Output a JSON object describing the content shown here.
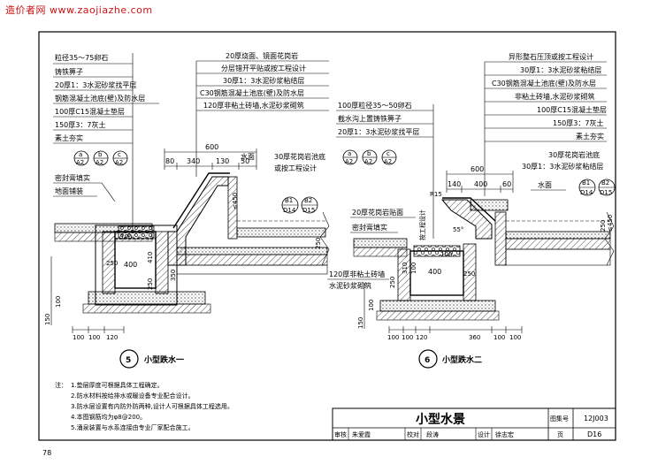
{
  "watermark": "造价者网 www.zaojiazhe.com",
  "page_number": "78",
  "left_detail": {
    "callout_left": [
      "粒径35～75卵石",
      "铸铁箅子",
      "20厚1：3水泥砂浆找平层",
      "钢筋混凝土池底(壁)及防水层",
      "100厚C15混凝土垫层",
      "150厚3：7灰土",
      "素土夯实"
    ],
    "callout_right": [
      "20厚烧面、镜面花岗岩",
      "分层错开平贴或按工程设计",
      "30厚1：3水泥砂浆粘结层",
      "C30钢筋混凝土池底(壁)及防水层",
      "120厚非粘土砖墙,水泥砂浆砌筑"
    ],
    "ref_symbols": [
      {
        "top": "a",
        "bottom": "A2"
      },
      {
        "top": "b",
        "bottom": "A2"
      },
      {
        "top": "c",
        "bottom": "A2"
      }
    ],
    "label_seal": "密封膏填实",
    "label_paving": "地面铺装",
    "label_water": "水面",
    "label_pool_base": [
      "30厚花岗岩池底",
      "或按工程设计"
    ],
    "b_refs": [
      {
        "top": "B1",
        "bottom": "D14"
      },
      {
        "top": "B2",
        "bottom": "D15"
      }
    ],
    "dims_top": [
      "600",
      "80",
      "340",
      "130",
      "50"
    ],
    "dims_vertical": [
      "250",
      "410",
      "350",
      "250",
      "250",
      "150",
      "100"
    ],
    "dim_slope": "≤450",
    "dim_bottom": [
      "100",
      "100",
      "120"
    ],
    "dim_inner": [
      "400",
      "100"
    ],
    "number": "5",
    "title": "小型跌水一"
  },
  "right_detail": {
    "callout_right": [
      "异形整石压顶或按工程设计",
      "30厚1：3水泥砂浆粘结层",
      "C30钢筋混凝土池底(壁)及防水层",
      "非粘土砖墙,水泥砂浆砌筑",
      "100厚C15混凝土垫层",
      "150厚3：7灰土",
      "素土夯实"
    ],
    "callout_left": [
      "100厚粒径35～50卵石",
      "截水沟上置铸铁箅子",
      "20厚1：3水泥砂浆找平层"
    ],
    "ref_symbols": [
      {
        "top": "a",
        "bottom": "A2"
      },
      {
        "top": "b",
        "bottom": "A2"
      },
      {
        "top": "c",
        "bottom": "A2"
      }
    ],
    "label_pool_base": [
      "30厚花岗岩池底",
      "30厚1：3水泥砂浆粘结层"
    ],
    "label_water": "水面",
    "label_granite": "20厚花岗岩贴面",
    "label_seal": "密封膏填实",
    "label_wall": [
      "120厚非粘土砖墙",
      "水泥砂浆砌筑"
    ],
    "label_design": "按工程设计",
    "b_refs": [
      {
        "top": "B1",
        "bottom": "D14"
      },
      {
        "top": "B2",
        "bottom": "D15"
      }
    ],
    "dims_top": [
      "600",
      "140",
      "400",
      "60"
    ],
    "dim_radius": "R15",
    "dim_slope": "≤450",
    "dims_vertical": [
      "250",
      "310",
      "100",
      "250",
      "150",
      "100"
    ],
    "dim_angle": "55°",
    "dim_bottom": [
      "100",
      "100",
      "120",
      "360",
      "100",
      "100"
    ],
    "dim_inner": [
      "400",
      "100",
      "250"
    ],
    "number": "6",
    "title": "小型跌水二"
  },
  "notes": {
    "label": "注：",
    "items": [
      "1.垫层厚度可根据具体工程确定。",
      "2.防水材料按给排水或暖设备专业配合设计。",
      "3.防水层设置有内防外防两种,设计人可根据具体工程选用。",
      "4.本图钢筋均为φ8@200。",
      "5.涌泉装置与水系连接由专业厂家配合施工。"
    ]
  },
  "title_block": {
    "drawing_title": "小型水景",
    "set_label": "图集号",
    "set_number": "12J003",
    "page_label": "页",
    "page_value": "D16",
    "review_label": "审核",
    "review_name": "朱爱霞",
    "check_label": "校对",
    "check_name": "段涛",
    "design_label": "设计",
    "design_name": "徐志宏"
  }
}
